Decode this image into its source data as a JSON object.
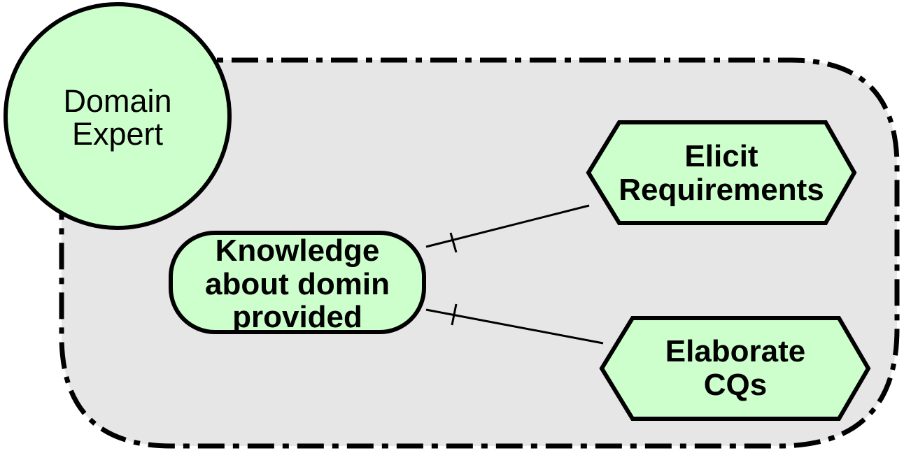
{
  "colors": {
    "boundary_fill": "#e6e6e6",
    "node_fill": "#ccffcc",
    "stroke": "#000000",
    "background": "#ffffff"
  },
  "actor": {
    "shape": "circle",
    "label_line1": "Domain",
    "label_line2": "Expert"
  },
  "boundary": {
    "style": "dash-dot"
  },
  "resource": {
    "shape": "rounded-rectangle",
    "label_line1": "Knowledge",
    "label_line2": "about domin",
    "label_line3": "provided"
  },
  "tasks": [
    {
      "shape": "hexagon",
      "label_line1": "Elicit",
      "label_line2": "Requirements"
    },
    {
      "shape": "hexagon",
      "label_line1": "Elaborate",
      "label_line2": "CQs"
    }
  ],
  "links": [
    {
      "from": "resource",
      "to": "tasks.0",
      "marker": "tick"
    },
    {
      "from": "resource",
      "to": "tasks.1",
      "marker": "tick"
    }
  ]
}
